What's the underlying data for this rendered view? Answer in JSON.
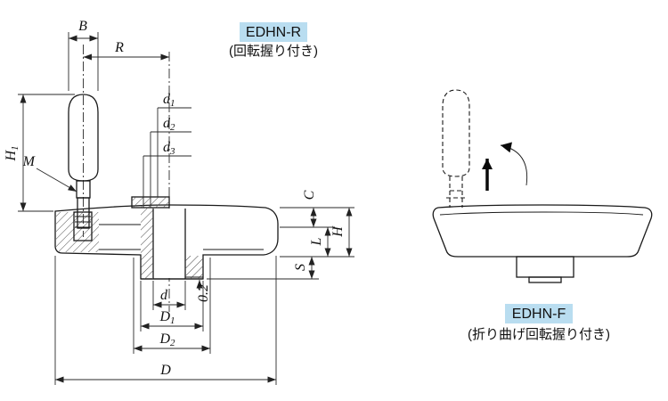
{
  "titles": {
    "r": {
      "name": "EDHN-R",
      "caption": "(回転握り付き)"
    },
    "f": {
      "name": "EDHN-F",
      "caption": "(折り曲げ回転握り付き)"
    }
  },
  "dims": {
    "B": {
      "base": "B",
      "sub": ""
    },
    "R": {
      "base": "R",
      "sub": ""
    },
    "d1": {
      "base": "d",
      "sub": "1"
    },
    "d2": {
      "base": "d",
      "sub": "2"
    },
    "d3": {
      "base": "d",
      "sub": "3"
    },
    "M": {
      "base": "M",
      "sub": ""
    },
    "H1": {
      "base": "H",
      "sub": "1"
    },
    "C": {
      "base": "C",
      "sub": ""
    },
    "H": {
      "base": "H",
      "sub": ""
    },
    "L": {
      "base": "L",
      "sub": ""
    },
    "S": {
      "base": "S",
      "sub": ""
    },
    "d": {
      "base": "d",
      "sub": ""
    },
    "tol02": {
      "base": "0.2",
      "sub": ""
    },
    "D1": {
      "base": "D",
      "sub": "1"
    },
    "D2": {
      "base": "D",
      "sub": "2"
    },
    "D": {
      "base": "D",
      "sub": ""
    }
  },
  "colors": {
    "part": "#d9ecf8",
    "label_bg": "#b9ddf0",
    "line": "#1a1a1a"
  }
}
